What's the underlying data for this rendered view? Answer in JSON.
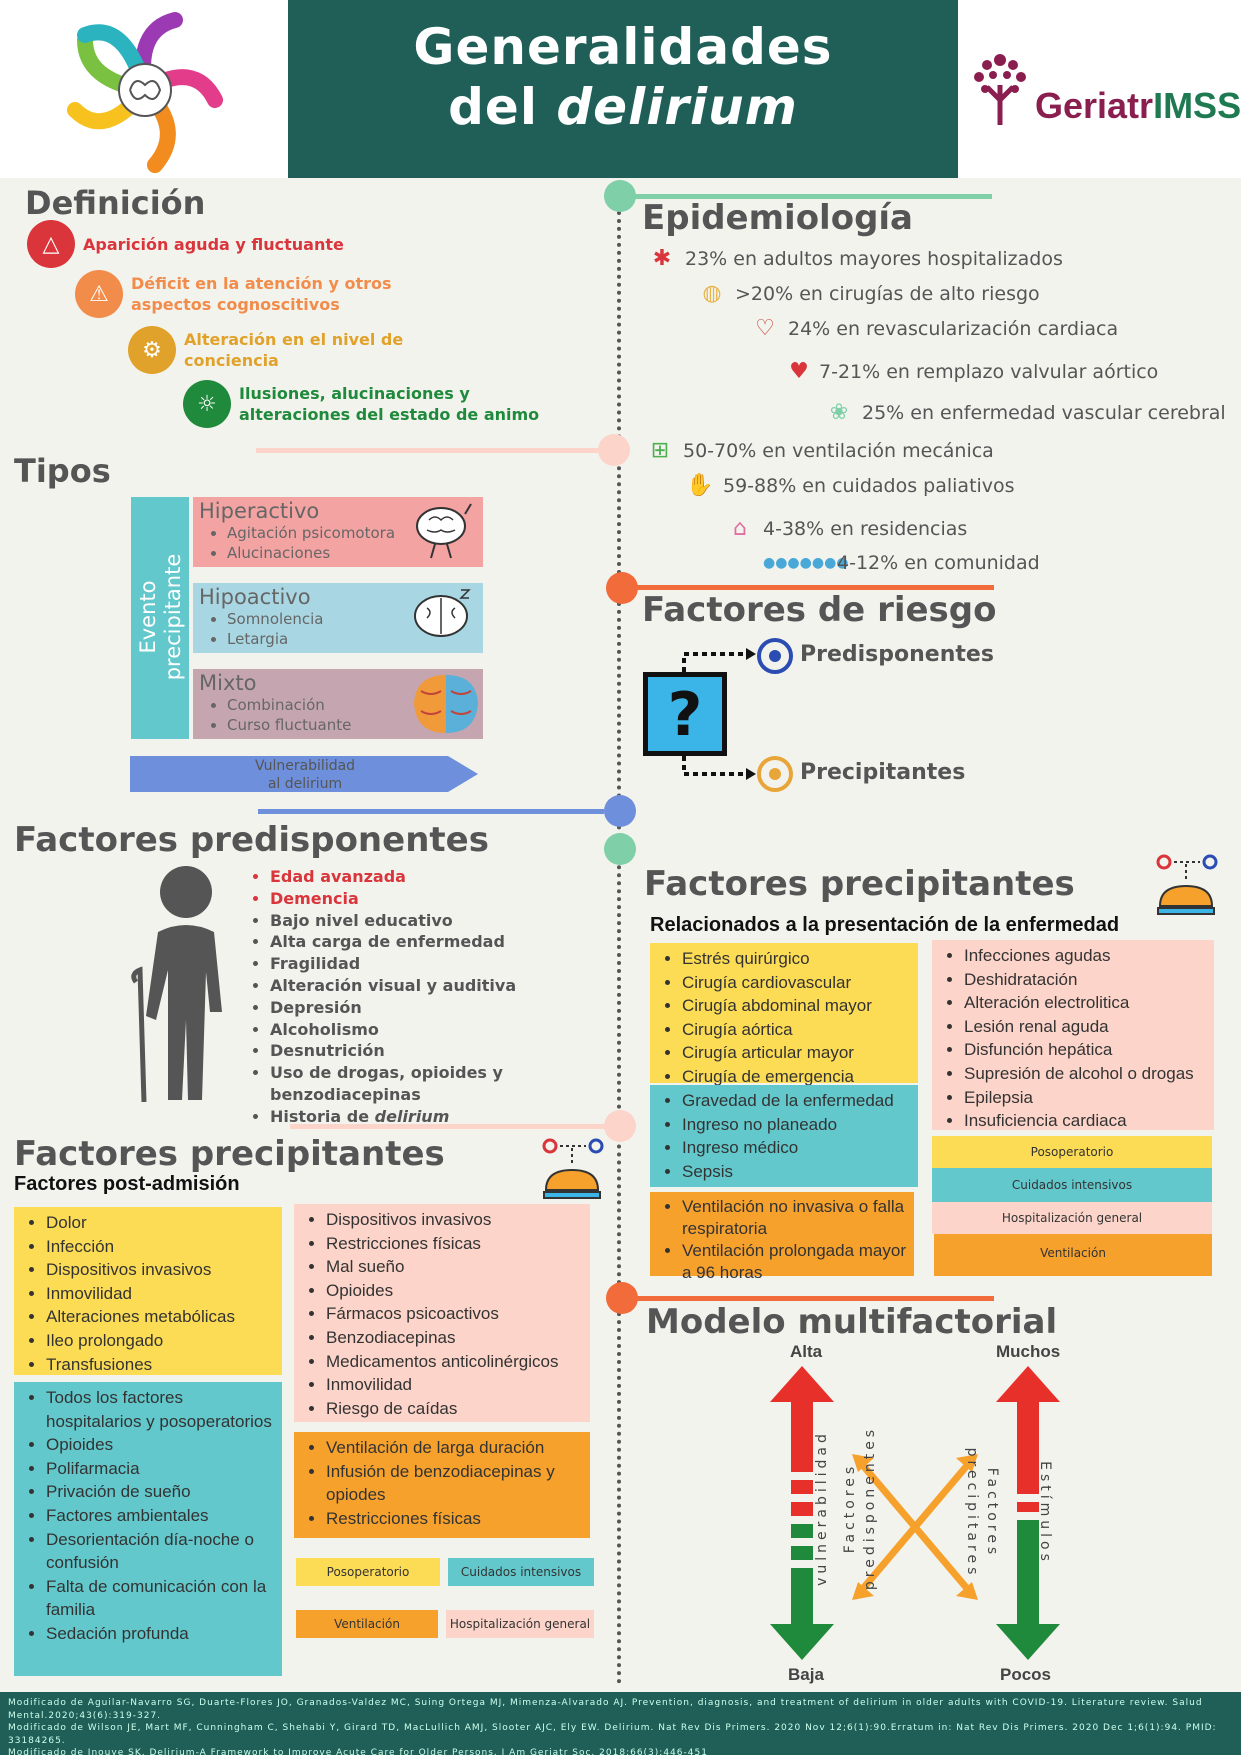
{
  "header": {
    "title_line1": "Generalidades",
    "title_line2_plain": "del ",
    "title_line2_italic": "delirium",
    "logo_right_part1": "Geriatr",
    "logo_right_part2": "IMSS"
  },
  "definicion": {
    "heading": "Definición",
    "items": [
      {
        "text": "Aparición aguda y fluctuante",
        "color": "#d9353b",
        "icon": "triangle-nodes-icon"
      },
      {
        "text": "Déficit en la atención y otros aspectos cognoscitivos",
        "color": "#f28c4a",
        "icon": "warning-icon"
      },
      {
        "text": "Alteración en el nivel de conciencia",
        "color": "#e0a22a",
        "icon": "head-gear-icon"
      },
      {
        "text": "Ilusiones, alucinaciones y alteraciones del estado de animo",
        "color": "#1f8a3c",
        "icon": "head-idea-icon"
      }
    ]
  },
  "tipos": {
    "heading": "Tipos",
    "side_label_1": "Evento",
    "side_label_2": "precipitante",
    "arrow_label_1": "Vulnerabilidad",
    "arrow_label_2": "al delirium",
    "types": [
      {
        "name": "Hiperactivo",
        "items": [
          "Agitación psicomotora",
          "Alucinaciones"
        ],
        "color": "#f4a3a3"
      },
      {
        "name": "Hipoactivo",
        "items": [
          "Somnolencia",
          "Letargia"
        ],
        "color": "#a8d7e3"
      },
      {
        "name": "Mixto",
        "items": [
          "Combinación",
          "Curso fluctuante"
        ],
        "color": "#c5a6b0"
      }
    ]
  },
  "epidemiologia": {
    "heading": "Epidemiología",
    "rows": [
      "23% en adultos mayores hospitalizados",
      ">20% en cirugías de alto riesgo",
      "24% en revascularización cardiaca",
      "7-21% en remplazo valvular aórtico",
      "25% en enfermedad vascular cerebral",
      "50-70% en ventilación mecánica",
      "59-88% en cuidados paliativos",
      "4-38% en residencias",
      "4-12% en comunidad"
    ]
  },
  "factores_riesgo": {
    "heading": "Factores de riesgo",
    "predisponentes": "Predisponentes",
    "precipitantes": "Precipitantes",
    "question_mark": "?"
  },
  "factores_predisponentes": {
    "heading": "Factores predisponentes",
    "items": [
      "Edad avanzada",
      "Demencia",
      "Bajo nivel educativo",
      "Alta carga de enfermedad",
      "Fragilidad",
      "Alteración visual y auditiva",
      "Depresión",
      "Alcoholismo",
      "Desnutrición",
      "Uso de drogas, opioides y benzodiacepinas"
    ],
    "last_item_plain": "Historia de ",
    "last_item_italic": "delirium"
  },
  "precip_left": {
    "heading": "Factores precipitantes",
    "subheading": "Factores post-admisión",
    "yellow": [
      "Dolor",
      "Infección",
      "Dispositivos invasivos",
      "Inmovilidad",
      "Alteraciones metabólicas",
      "Ileo prolongado",
      "Transfusiones"
    ],
    "teal": [
      "Todos los factores hospitalarios y posoperatorios",
      "Opioides",
      "Polifarmacia",
      "Privación de sueño",
      "Factores ambientales",
      "Desorientación día-noche o confusión",
      "Falta de comunicación con la familia",
      "Sedación profunda"
    ],
    "pink": [
      "Dispositivos invasivos",
      "Restricciones físicas",
      "Mal sueño",
      "Opioides",
      "Fármacos psicoactivos",
      "Benzodiacepinas",
      "Medicamentos anticolinérgicos",
      "Inmovilidad",
      "Riesgo de caídas"
    ],
    "orange": [
      "Ventilación de larga duración",
      "Infusión de benzodiacepinas y opiodes",
      "Restricciones físicas"
    ],
    "legend": {
      "posoperatorio": "Posoperatorio",
      "cuidados": "Cuidados intensivos",
      "ventilacion": "Ventilación",
      "hospitalizacion": "Hospitalización general"
    }
  },
  "precip_right": {
    "heading": "Factores precipitantes",
    "subheading": "Relacionados a la presentación de la enfermedad",
    "yellow": [
      "Estrés quirúrgico",
      "Cirugía cardiovascular",
      "Cirugía abdominal mayor",
      "Cirugía aórtica",
      "Cirugía articular mayor",
      "Cirugía de emergencia"
    ],
    "teal": [
      "Gravedad de la enfermedad",
      "Ingreso no planeado",
      "Ingreso médico",
      "Sepsis"
    ],
    "orange": [
      "Ventilación no invasiva o falla respiratoria",
      "Ventilación prolongada mayor a 96 horas"
    ],
    "pink": [
      "Infecciones agudas",
      "Deshidratación",
      "Alteración electrolitica",
      "Lesión renal aguda",
      "Disfunción hepática",
      "Supresión de alcohol o drogas",
      "Epilepsia",
      "Insuficiencia cardiaca"
    ],
    "legend": {
      "posoperatorio": "Posoperatorio",
      "cuidados": "Cuidados intensivos",
      "hospitalizacion": "Hospitalización general",
      "ventilacion": "Ventilación"
    }
  },
  "modelo": {
    "heading": "Modelo multifactorial",
    "alta": "Alta",
    "baja": "Baja",
    "muchos": "Muchos",
    "pocos": "Pocos",
    "left_v1": "vulnerabilidad",
    "left_v2": "Factores",
    "left_v3": "predisponentes",
    "right_v1": "precipitares",
    "right_v2": "Factores",
    "right_v3": "Estímulos"
  },
  "footer": {
    "ref1": "Modificado de Aguilar-Navarro SG, Duarte-Flores JO, Granados-Valdez MC, Suing Ortega MJ, Mimenza-Alvarado AJ. Prevention, diagnosis, and treatment of delirium in older adults with COVID-19. Literature review. Salud Mental.2020;43(6):319-327.",
    "ref2": "Modificado de Wilson JE, Mart MF, Cunningham C, Shehabi Y, Girard TD, MacLullich AMJ, Slooter AJC, Ely EW. Delirium. Nat Rev Dis Primers. 2020 Nov 12;6(1):90.Erratum in: Nat Rev Dis Primers. 2020 Dec 1;6(1):94. PMID: 33184265.",
    "ref3": "Modificado de Inouye SK. Delirium-A Framework to Improve Acute Care for Older Persons. J Am Geriatr Soc. 2018;66(3):446-451"
  }
}
